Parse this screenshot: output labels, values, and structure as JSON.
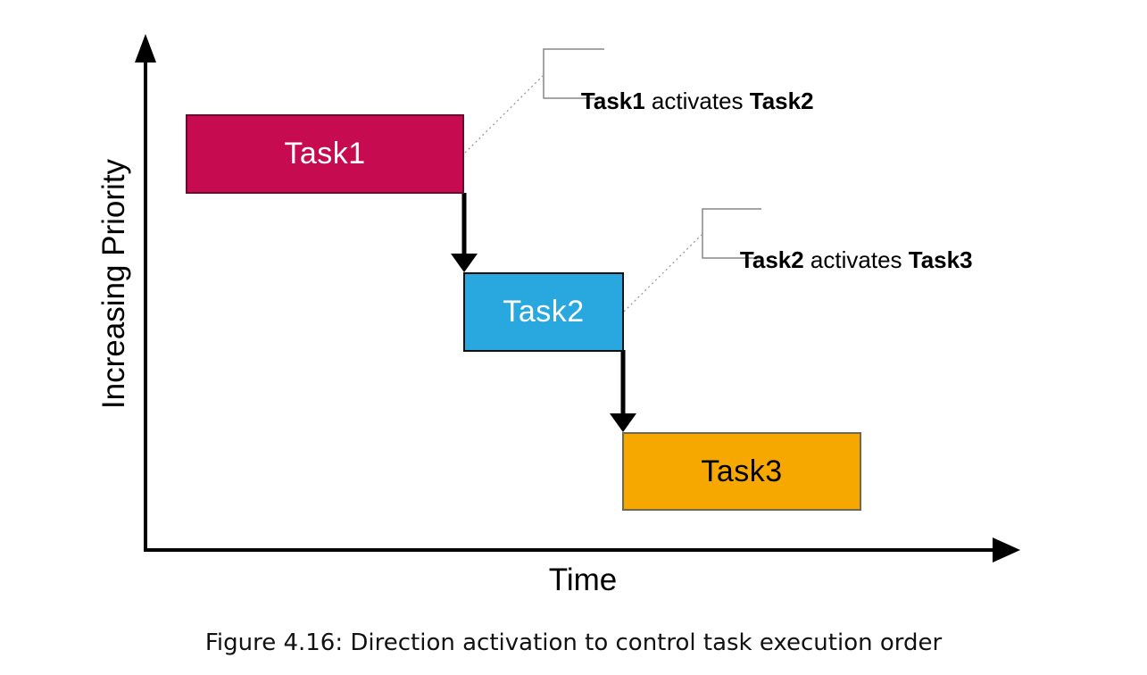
{
  "figure": {
    "caption": "Figure 4.16: Direction activation to control task execution order"
  },
  "axes": {
    "y_label": "Increasing Priority",
    "x_label": "Time",
    "color": "#000000"
  },
  "tasks": [
    {
      "label": "Task1",
      "fill": "#c60b50",
      "border": "#6b0a30",
      "text_color": "#ffffff"
    },
    {
      "label": "Task2",
      "fill": "#29a8e0",
      "border": "#101010",
      "text_color": "#ffffff"
    },
    {
      "label": "Task3",
      "fill": "#f7a800",
      "border": "#6e6a50",
      "text_color": "#000000"
    }
  ],
  "annotations": [
    {
      "source": "Task1",
      "verb": " activates ",
      "target": "Task2"
    },
    {
      "source": "Task2",
      "verb": " activates ",
      "target": "Task3"
    }
  ],
  "connectors": {
    "activation_arrow_color": "#000000",
    "leader_line_color": "#9a9a9a",
    "bracket_color": "#878787"
  }
}
